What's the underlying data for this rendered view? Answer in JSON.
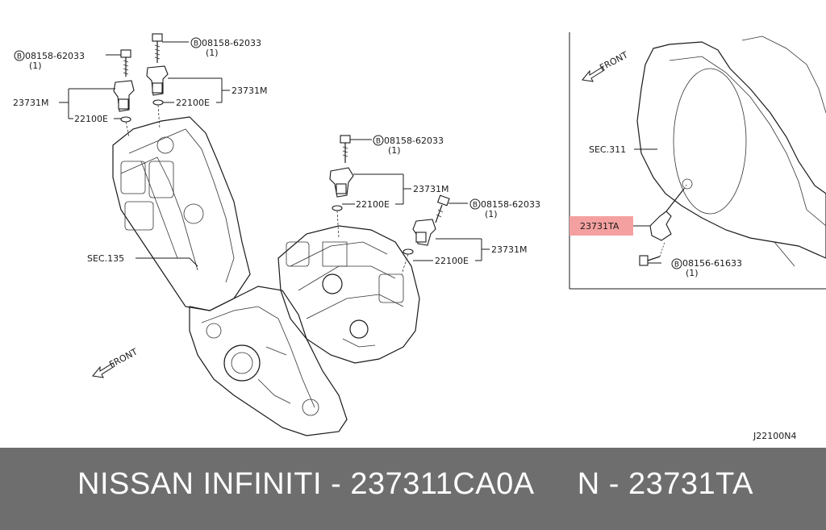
{
  "labels": {
    "bolt_a": "08158-62033",
    "bolt_a_qty": "(1)",
    "bolt_b": "08158-62033",
    "bolt_b_qty": "(1)",
    "bolt_c": "08158-62033",
    "bolt_c_qty": "(1)",
    "bolt_d": "08158-62033",
    "bolt_d_qty": "(1)",
    "bolt_inset": "08156-61633",
    "bolt_inset_qty": "(1)",
    "sensor_a": "23731M",
    "sensor_b": "23731M",
    "sensor_c": "23731M",
    "sensor_d": "23731M",
    "seal_a": "22100E",
    "seal_b": "22100E",
    "seal_c": "22100E",
    "seal_d": "22100E",
    "sec_main": "SEC.135",
    "sec_inset": "SEC.311",
    "highlight_part": "23731TA",
    "front_main": "FRONT",
    "front_inset": "FRONT",
    "bolt_marker": "B",
    "diagram_code": "J22100N4"
  },
  "footer": {
    "brand": "NISSAN INFINITI - 237311CA0A",
    "part_code": "N - 23731TA"
  },
  "colors": {
    "highlight": "#f4a0a0",
    "footer_bg": "#6e6e6e",
    "footer_text": "#ffffff"
  }
}
